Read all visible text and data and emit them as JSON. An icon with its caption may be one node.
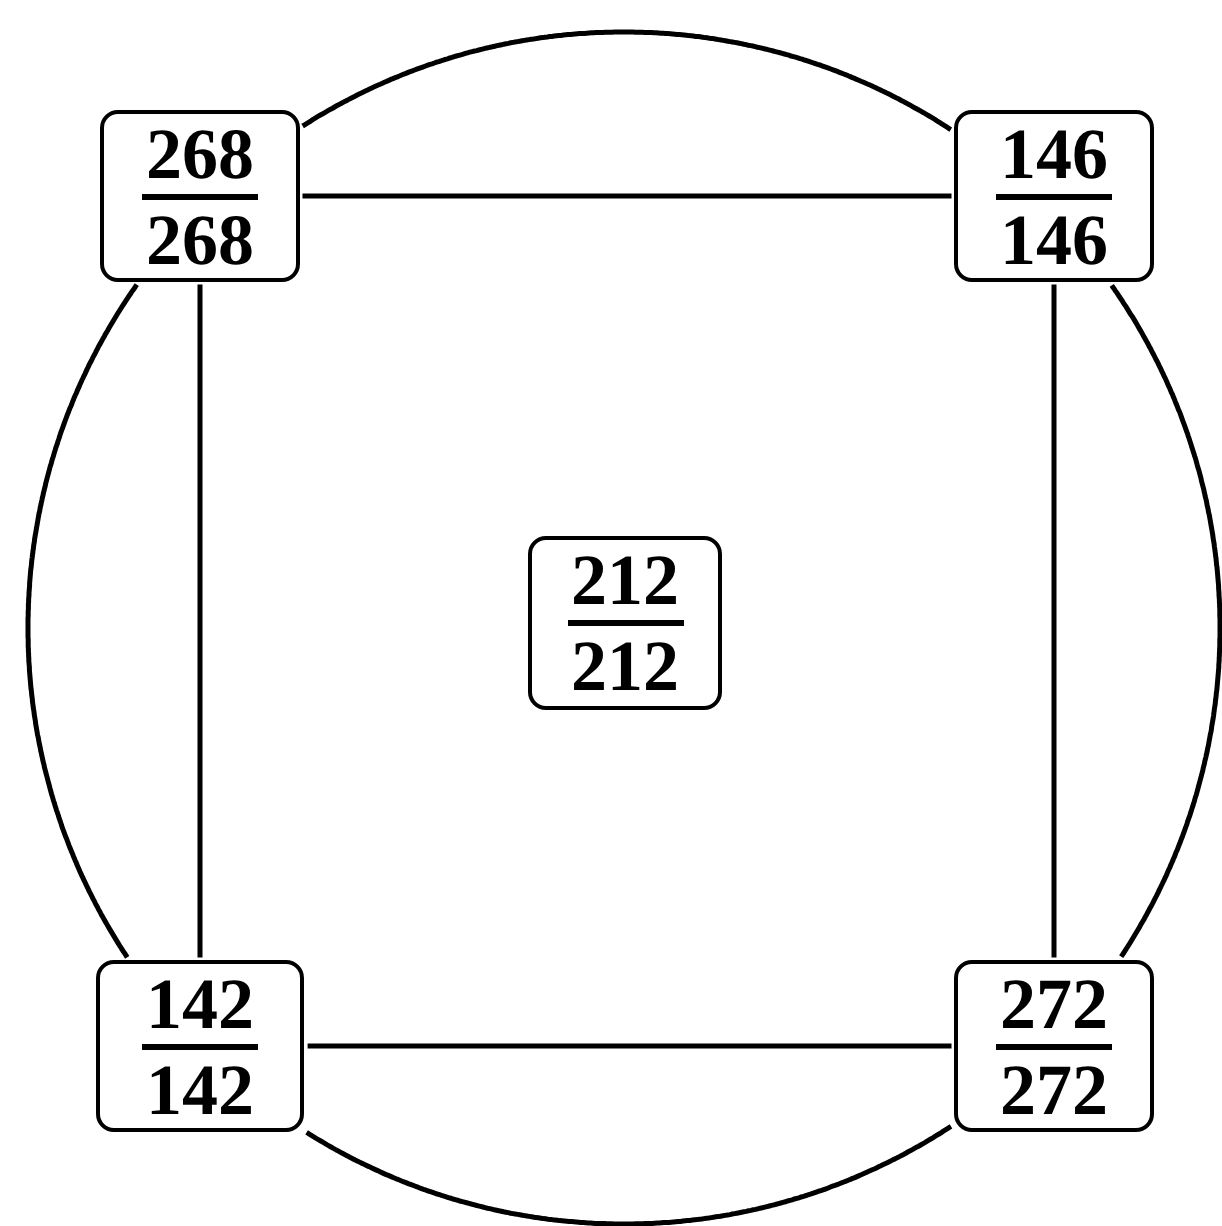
{
  "diagram": {
    "nodes": [
      {
        "text": [
          "268",
          "268"
        ]
      },
      {
        "text": [
          "146",
          "146"
        ]
      },
      {
        "text": [
          "212",
          "212"
        ]
      },
      {
        "text": [
          "142",
          "142"
        ]
      },
      {
        "text": [
          "272",
          "272"
        ]
      }
    ],
    "edges": [
      {
        "from": 0,
        "to": 1,
        "arrow": "none"
      },
      {
        "from": 1,
        "to": 4,
        "arrow": "none"
      },
      {
        "from": 4,
        "to": 3,
        "arrow": "none"
      },
      {
        "from": 3,
        "to": 0,
        "arrow": "none"
      },
      {
        "from": 0,
        "to": 1,
        "arrow": "none"
      },
      {
        "from": 1,
        "to": 4,
        "arrow": "none"
      },
      {
        "from": 4,
        "to": 3,
        "arrow": "none"
      },
      {
        "from": 3,
        "to": 0,
        "arrow": "none"
      }
    ]
  }
}
